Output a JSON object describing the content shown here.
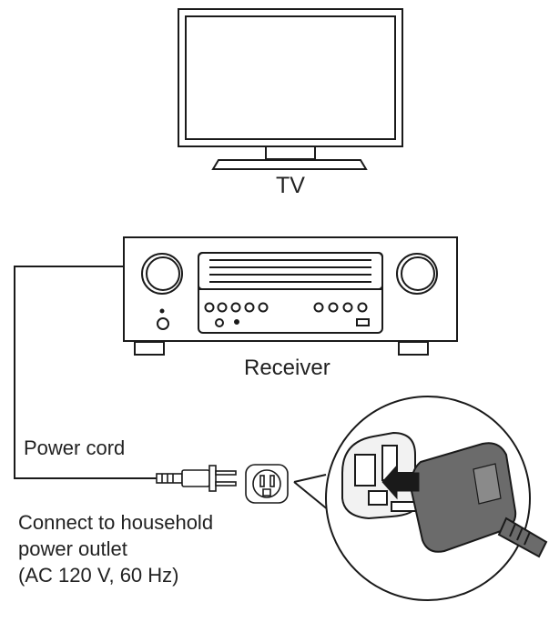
{
  "labels": {
    "tv": "TV",
    "receiver": "Receiver",
    "power_cord": "Power cord",
    "outlet_instruction": [
      "Connect to household",
      "power outlet",
      "(AC 120 V, 60 Hz)"
    ]
  },
  "colors": {
    "line": "#1a1a1a",
    "fill_light": "#ffffff",
    "plug_fill": "#6b6b6b",
    "text": "#222222"
  },
  "icons": [
    "tv-icon",
    "receiver-icon",
    "plug-icon",
    "outlet-icon",
    "magnified-plug-outlet-icon",
    "arrow-icon"
  ]
}
